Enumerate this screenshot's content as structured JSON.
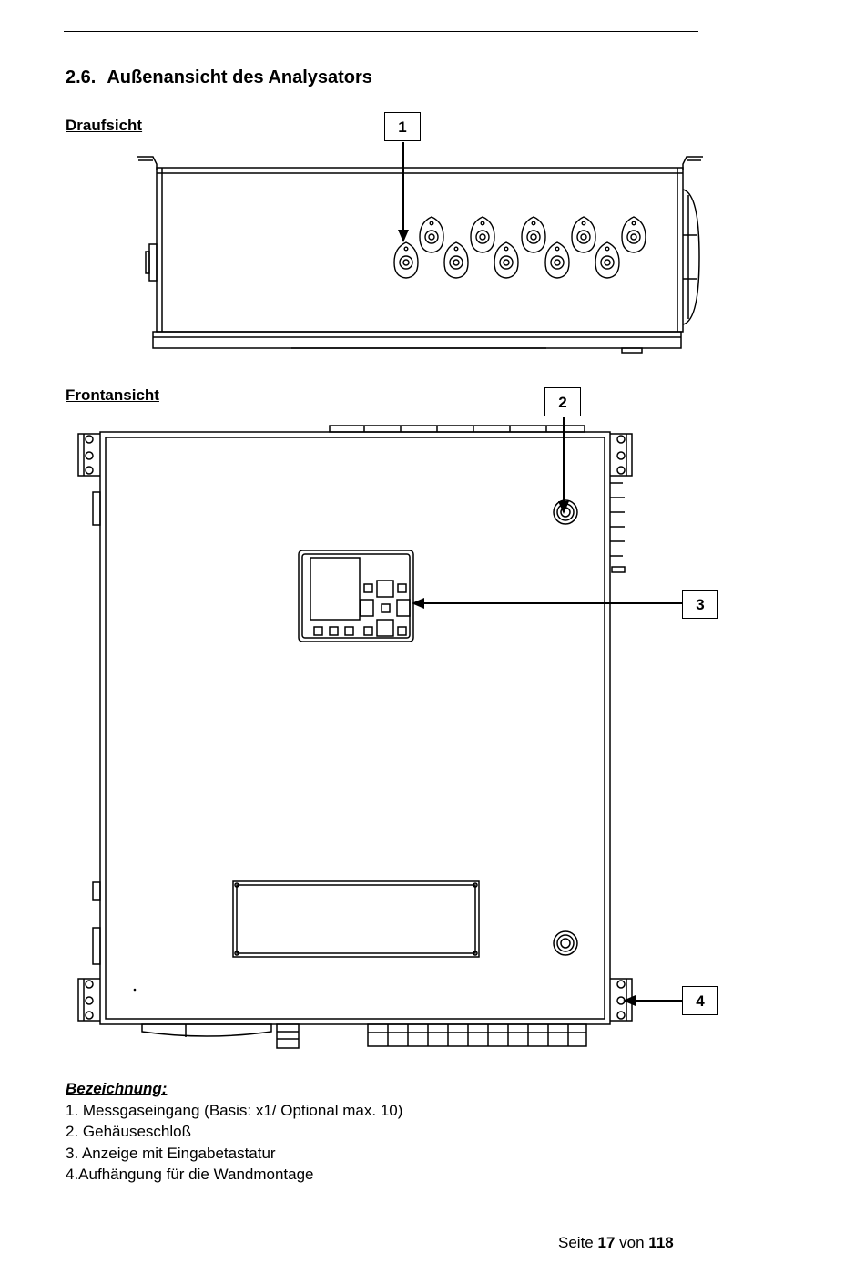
{
  "section": {
    "number": "2.6.",
    "title": "Außenansicht des Analysators"
  },
  "views": {
    "top_label": "Draufsicht",
    "front_label": "Frontansicht"
  },
  "callouts": [
    "1",
    "2",
    "3",
    "4"
  ],
  "legend": {
    "title": "Bezeichnung:",
    "items": [
      "1. Messgaseingang (Basis: x1/ Optional max. 10)",
      "2. Gehäuseschloß",
      "3. Anzeige mit Eingabetastatur",
      "4.Aufhängung für die Wandmontage"
    ]
  },
  "footer": {
    "prefix": "Seite",
    "page": "17",
    "middle": "von",
    "total": "118"
  }
}
